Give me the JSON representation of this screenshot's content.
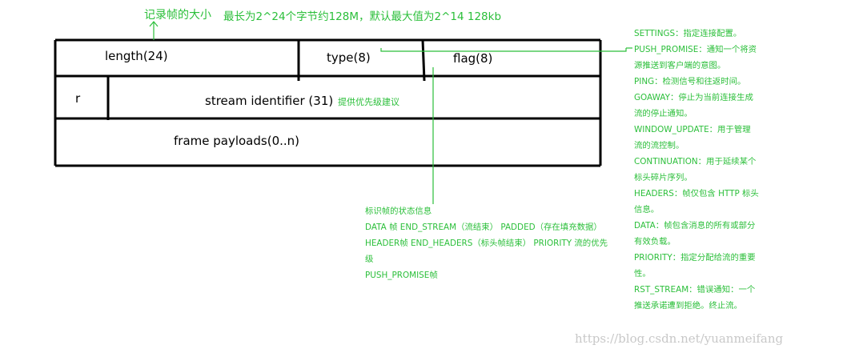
{
  "top_note_1": "记录帧的大小",
  "top_note_2": "最长为2^24个字节约128M，默认最大值为2^14  128kb",
  "fields": {
    "length": "length(24)",
    "type": "type(8)",
    "flag": "flag(8)",
    "r": "r",
    "stream_identifier": "stream identifier (31)",
    "stream_note": "提供优先级建议",
    "payload": "frame payloads(0..n)"
  },
  "type_notes": [
    "SETTINGS：指定连接配置。",
    "PUSH_PROMISE：通知一个将资",
    "源推送到客户端的意图。",
    "PING：检测信号和往返时间。",
    "GOAWAY：停止为当前连接生成",
    "流的停止通知。",
    "WINDOW_UPDATE：用于管理",
    "流的流控制。",
    "CONTINUATION：用于延续某个",
    "标头碎片序列。",
    "HEADERS：帧仅包含 HTTP 标头",
    "信息。",
    "DATA：帧包含消息的所有或部分",
    "有效负载。",
    "PRIORITY：指定分配给流的重要",
    "性。",
    "RST_STREAM：错误通知：一个",
    "推送承诺遭到拒绝。终止流。"
  ],
  "flag_notes": [
    "标识帧的状态信息",
    "DATA 帧  END_STREAM（流结束）   PADDED（存在填充数据）",
    "HEADER帧  END_HEADERS（标头帧结束）   PRIORITY  流的优先",
    "级",
    "PUSH_PROMISE帧"
  ],
  "watermark": "https://blog.csdn.net/yuanmeifang",
  "colors": {
    "accent": "#2bbf3a",
    "lines": "#000000",
    "watermark": "#c8c8c8"
  }
}
